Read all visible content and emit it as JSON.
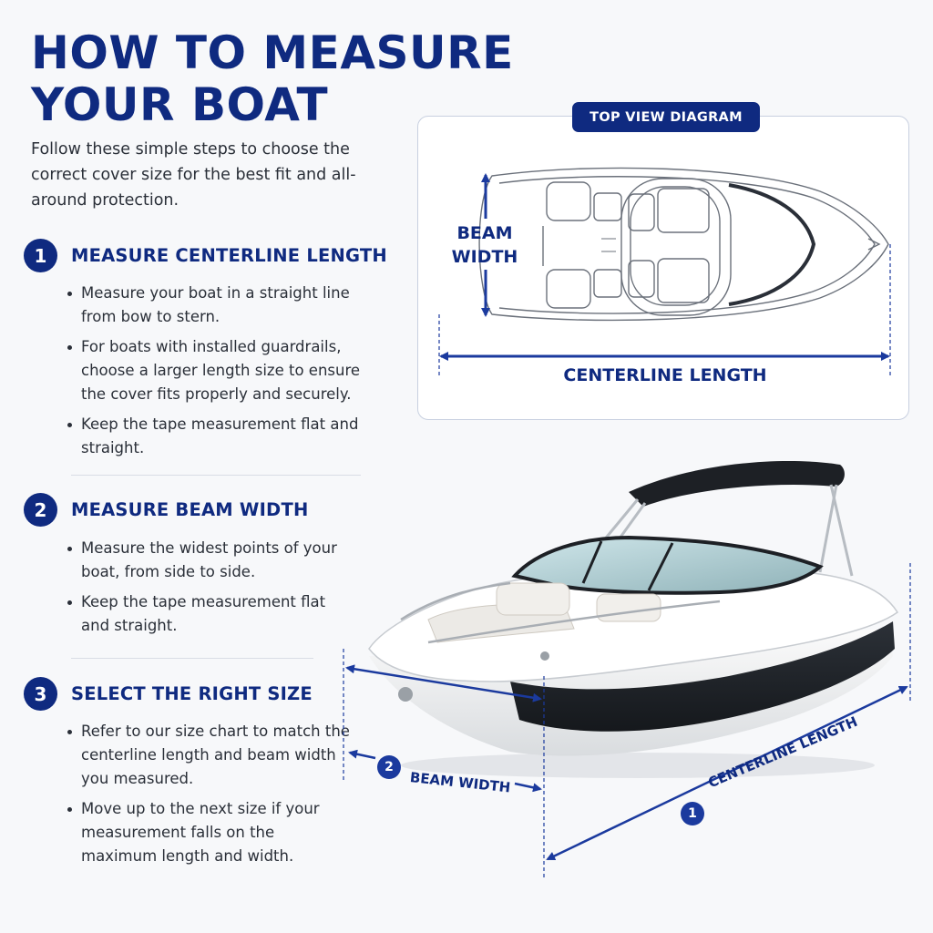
{
  "title": {
    "line1": "HOW TO MEASURE",
    "line2": "YOUR BOAT"
  },
  "intro": "Follow these simple steps to choose the correct cover size for the best fit and all-around protection.",
  "steps": [
    {
      "number": "1",
      "title": "MEASURE CENTERLINE LENGTH",
      "bullets": [
        "Measure your boat in a straight line from bow to stern.",
        "For boats with installed guardrails, choose a larger length size to ensure the cover fits properly and securely.",
        "Keep the tape measurement flat and straight."
      ]
    },
    {
      "number": "2",
      "title": "MEASURE BEAM WIDTH",
      "bullets": [
        "Measure the widest points of your boat, from side to side.",
        "Keep the tape measurement flat and straight."
      ]
    },
    {
      "number": "3",
      "title": "SELECT THE RIGHT SIZE",
      "bullets": [
        "Refer to our size chart to match the centerline length and beam width you measured.",
        "Move up to the next size if your measurement falls on the maximum length and width."
      ]
    }
  ],
  "top_view": {
    "label": "TOP VIEW DIAGRAM",
    "beam_line1": "BEAM",
    "beam_line2": "WIDTH",
    "centerline": "CENTERLINE LENGTH"
  },
  "photo": {
    "beam_number": "2",
    "beam_label": "BEAM WIDTH",
    "centerline_number": "1",
    "centerline_label": "CENTERLINE LENGTH"
  },
  "colors": {
    "accent": "#0f2a80",
    "arrow": "#1b3a9e",
    "hull": "#1f2329"
  }
}
